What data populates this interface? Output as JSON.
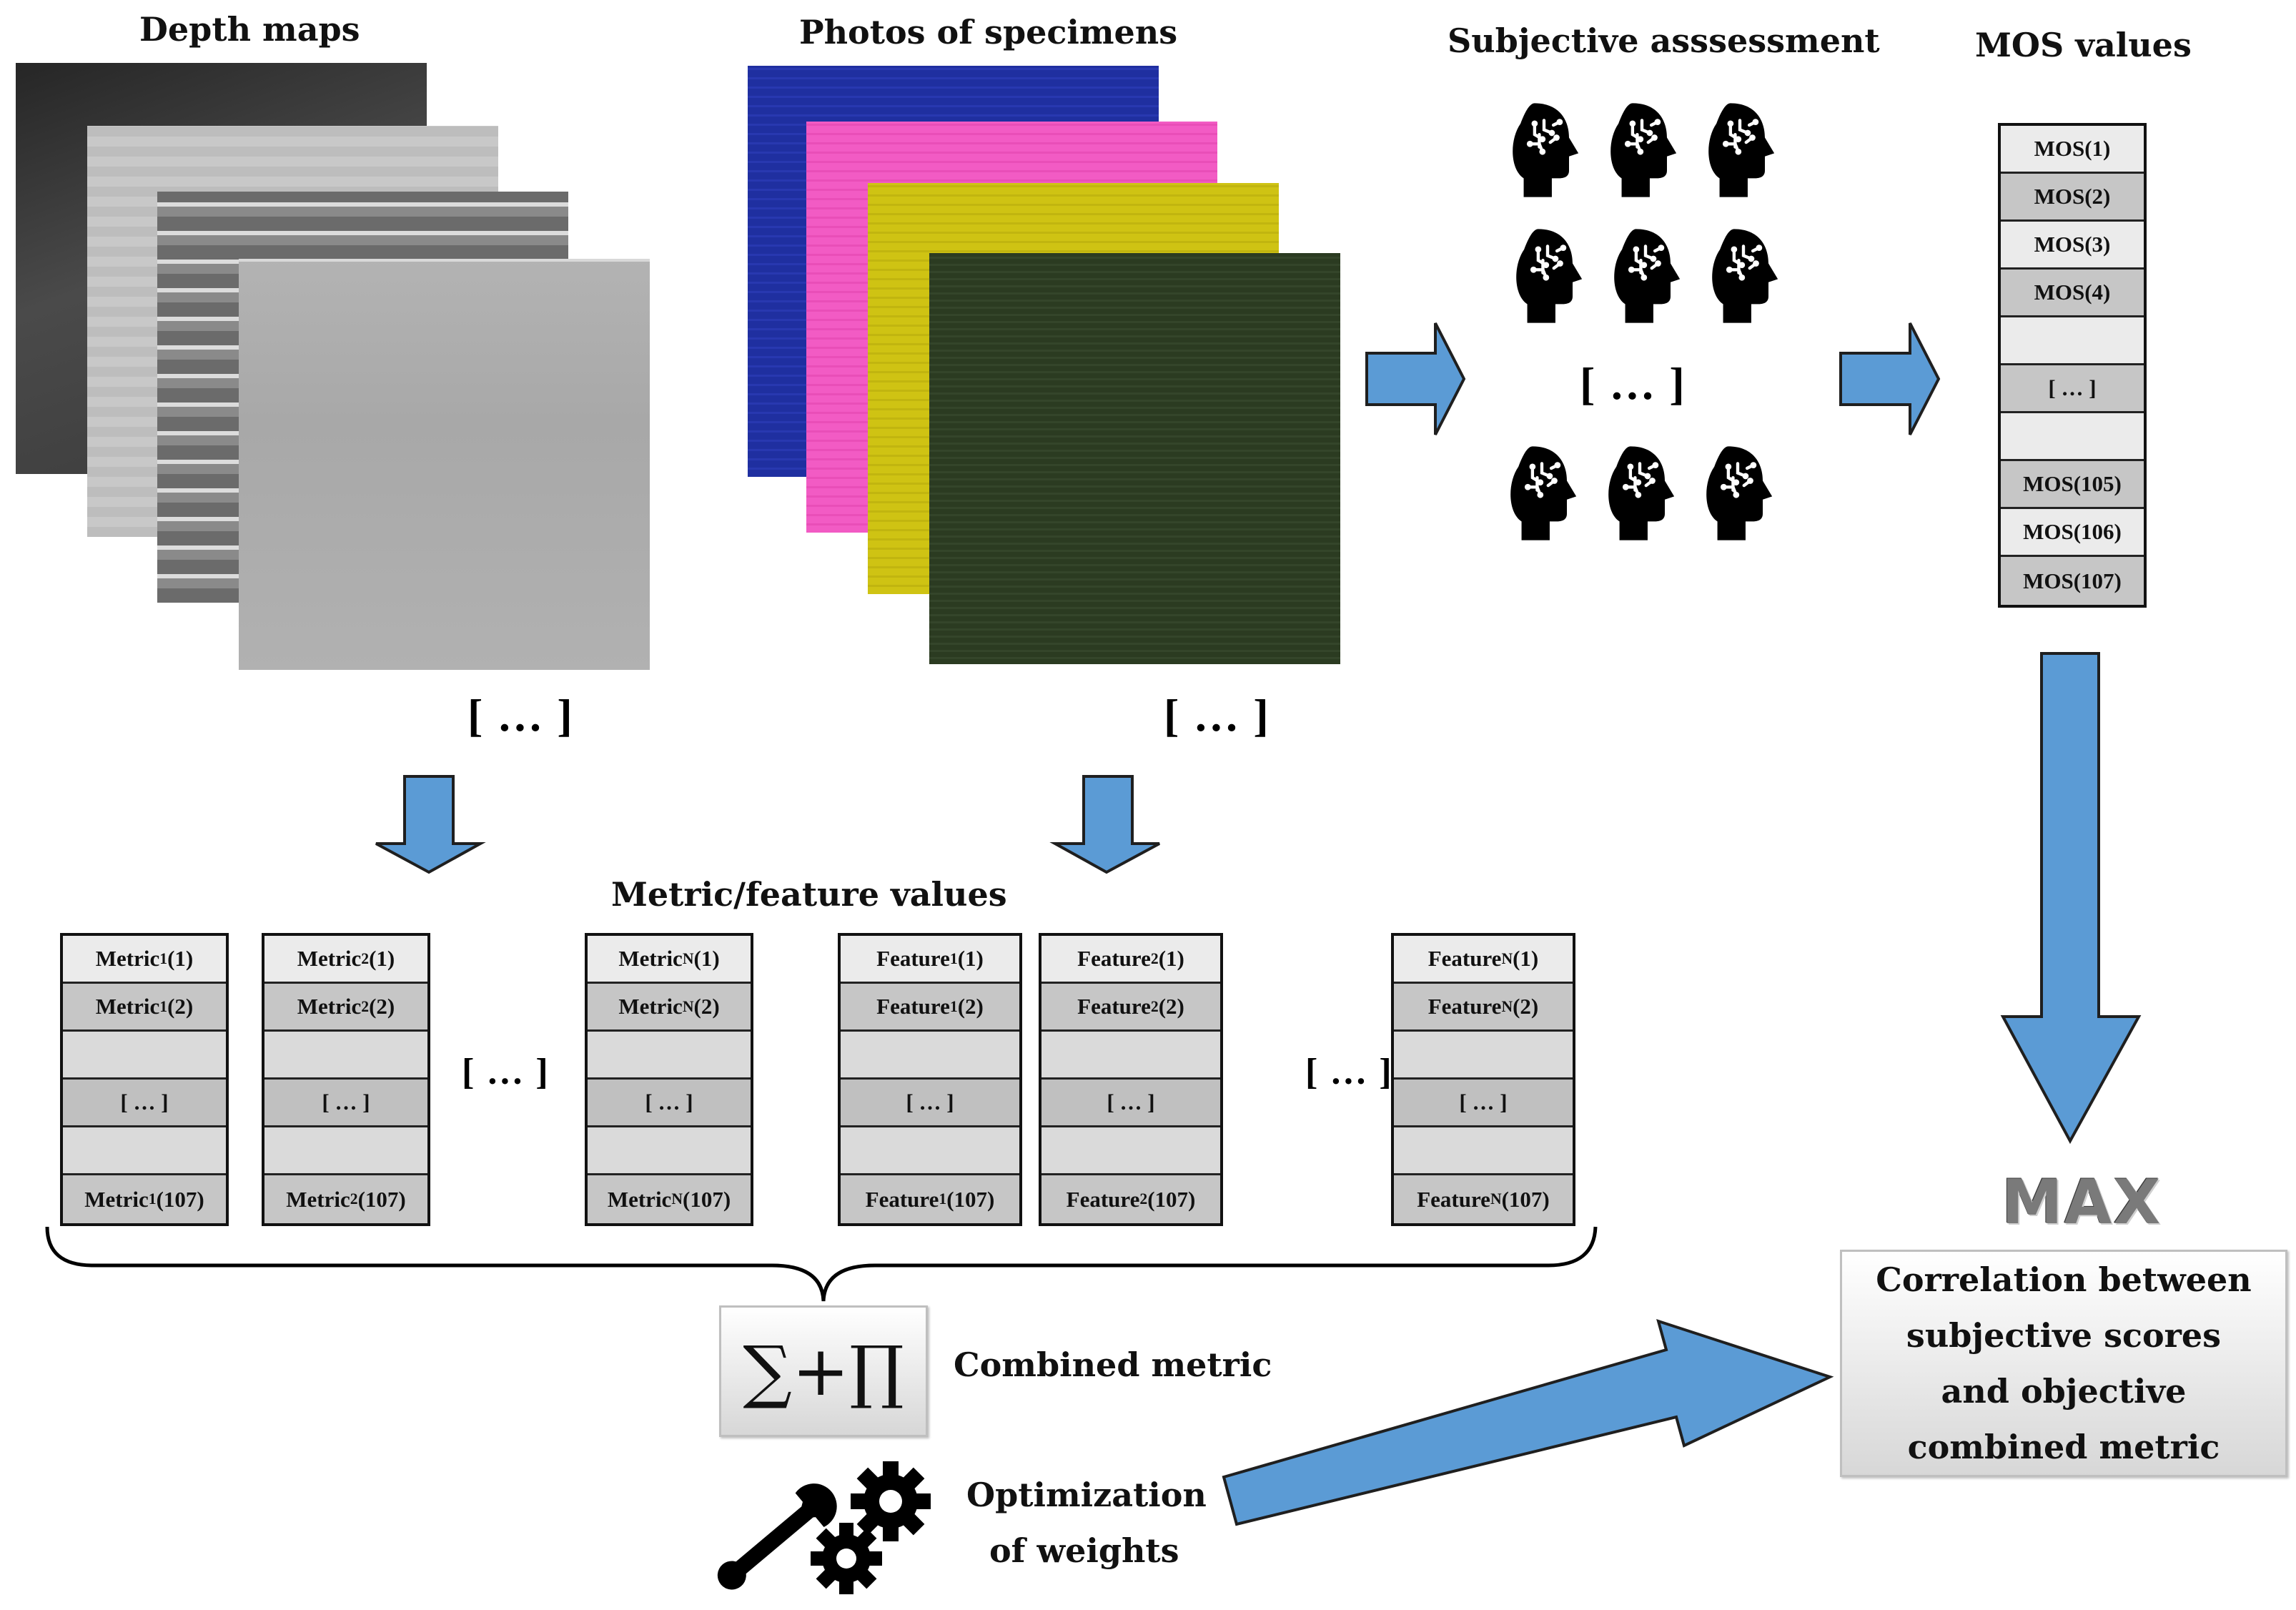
{
  "headings": {
    "depth_maps": "Depth maps",
    "photos": "Photos of specimens",
    "subjective": "Subjective asssessment",
    "mos": "MOS values",
    "metric_feature": "Metric/feature values",
    "combined_metric": "Combined metric",
    "optimization_line1": "Optimization",
    "optimization_line2": "of weights"
  },
  "ellipsis": "[ … ]",
  "mos_column": [
    "MOS(1)",
    "MOS(2)",
    "MOS(3)",
    "MOS(4)",
    "",
    "[ … ]",
    "",
    "MOS(105)",
    "MOS(106)",
    "MOS(107)"
  ],
  "metric_columns": [
    {
      "name": "metric-1",
      "base": "Metric",
      "sub": "1",
      "cells": [
        "(1)",
        "(2)",
        "",
        "[ … ]",
        "",
        "(107)"
      ]
    },
    {
      "name": "metric-2",
      "base": "Metric",
      "sub": "2",
      "cells": [
        "(1)",
        "(2)",
        "",
        "[ … ]",
        "",
        "(107)"
      ]
    },
    {
      "name": "metric-n",
      "base": "Metric",
      "sub": "N",
      "cells": [
        "(1)",
        "(2)",
        "",
        "[ … ]",
        "",
        "(107)"
      ]
    },
    {
      "name": "feature-1",
      "base": "Feature",
      "sub": "1",
      "cells": [
        "(1)",
        "(2)",
        "",
        "[ … ]",
        "",
        "(107)"
      ]
    },
    {
      "name": "feature-2",
      "base": "Feature",
      "sub": "2",
      "cells": [
        "(1)",
        "(2)",
        "",
        "[ … ]",
        "",
        "(107)"
      ]
    },
    {
      "name": "feature-n",
      "base": "Feature",
      "sub": "N",
      "cells": [
        "(1)",
        "(2)",
        "",
        "[ … ]",
        "",
        "(107)"
      ]
    }
  ],
  "combined_symbol": "∑+∏",
  "max_label": "MAX",
  "correlation_box": [
    "Correlation between",
    "subjective scores",
    "and objective",
    "combined metric"
  ],
  "colors": {
    "arrow_fill": "#5b9bd5",
    "arrow_stroke": "#1f1f1f",
    "photo_blue": "#1f2fa0",
    "photo_pink": "#f25bc4",
    "photo_yellow": "#cfc313",
    "photo_green": "#2b3b21"
  },
  "icons": {
    "assessor": "head-with-circuit-brain-icon",
    "tools": "wrench-and-gears-icon"
  }
}
